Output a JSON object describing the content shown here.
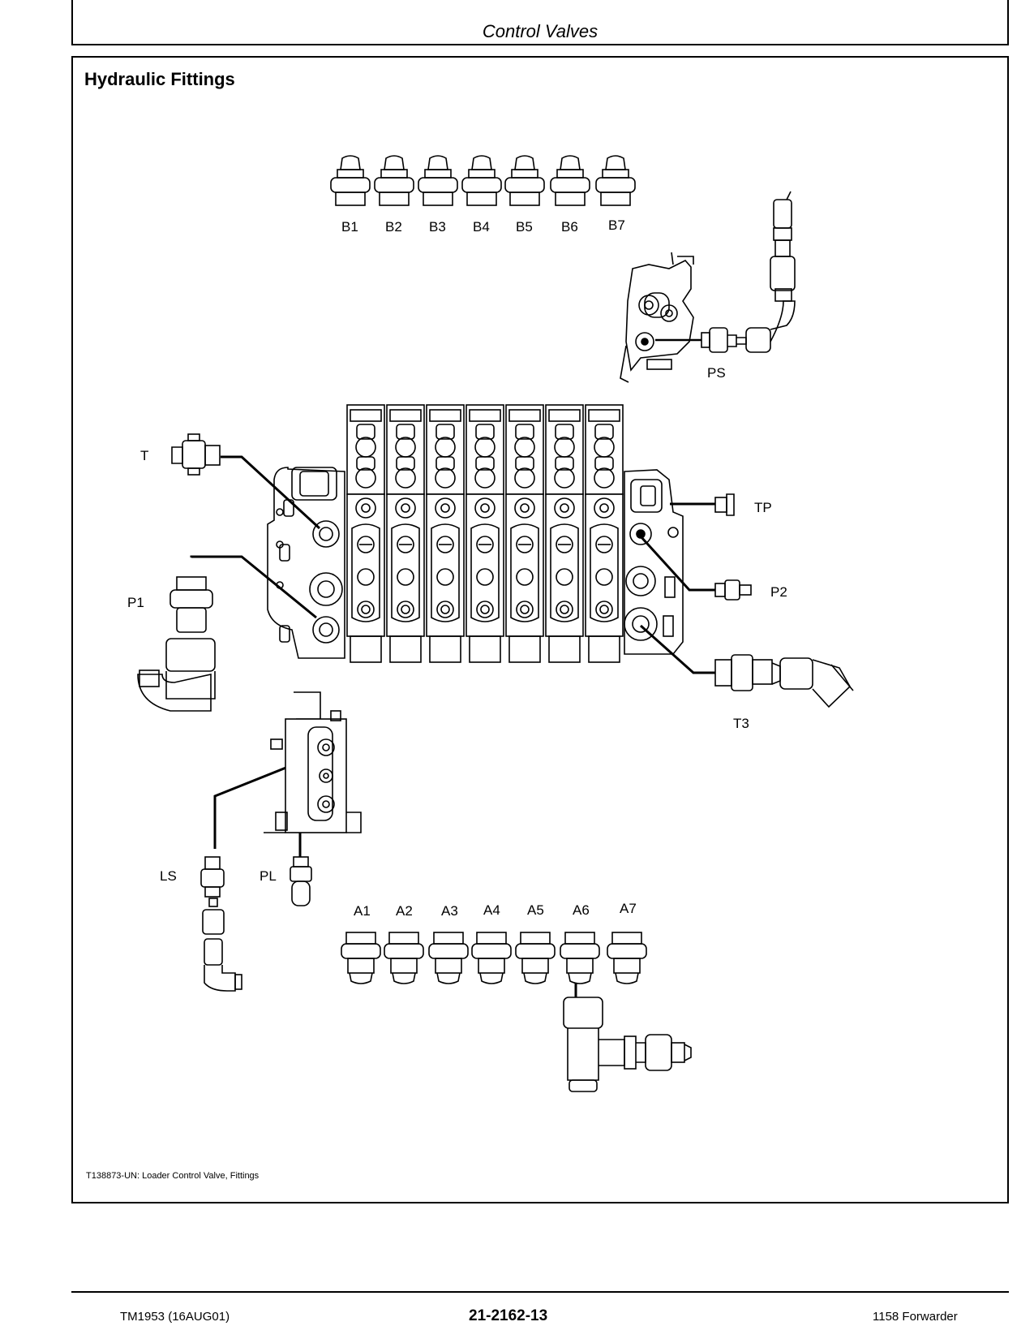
{
  "header": {
    "section_title": "Control Valves"
  },
  "content": {
    "heading": "Hydraulic Fittings",
    "figure_caption": "T138873-UN: Loader Control Valve, Fittings",
    "callouts": {
      "B1": "B1",
      "B2": "B2",
      "B3": "B3",
      "B4": "B4",
      "B5": "B5",
      "B6": "B6",
      "B7": "B7",
      "A1": "A1",
      "A2": "A2",
      "A3": "A3",
      "A4": "A4",
      "A5": "A5",
      "A6": "A6",
      "A7": "A7",
      "T": "T",
      "P1": "P1",
      "PS": "PS",
      "TP": "TP",
      "P2": "P2",
      "T3": "T3",
      "LS": "LS",
      "PL": "PL"
    }
  },
  "footer": {
    "manual_id": "TM1953 (16AUG01)",
    "page_number": "21-2162-13",
    "machine": "1158 Forwarder"
  }
}
